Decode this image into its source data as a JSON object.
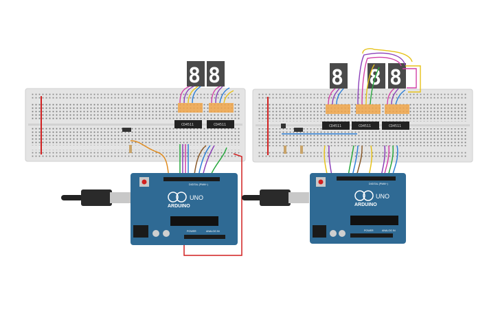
{
  "circuits": [
    {
      "name": "circuit-left",
      "display": {
        "digits": [
          "8.",
          "8."
        ]
      },
      "chips": [
        "CD4511",
        "CD4511"
      ],
      "arduino": {
        "brand": "ARDUINO",
        "model": "UNO",
        "digital_label": "DIGITAL (PWM~)",
        "power_label": "POWER",
        "analog_label": "ANALOG IN"
      }
    },
    {
      "name": "circuit-right",
      "display": {
        "digits": [
          "8.",
          "8.",
          "8."
        ]
      },
      "chips": [
        "CD4511",
        "CD4511",
        "CD4511"
      ],
      "arduino": {
        "brand": "ARDUINO",
        "model": "UNO",
        "digital_label": "DIGITAL (PWM~)",
        "power_label": "POWER",
        "analog_label": "ANALOG IN"
      }
    }
  ],
  "colors": {
    "breadboard": "#e4e4e4",
    "arduino_board": "#2f6a94",
    "seven_segment": "#4a4a4a",
    "chip": "#222222",
    "wire_red": "#d11f1f",
    "wire_orange": "#e08a1c",
    "wire_green": "#27a83d",
    "wire_purple": "#8b3fb8",
    "wire_blue": "#2d7fd6",
    "wire_magenta": "#d13fa6",
    "wire_yellow": "#e6c21a",
    "wire_brown": "#8a5a2a"
  }
}
